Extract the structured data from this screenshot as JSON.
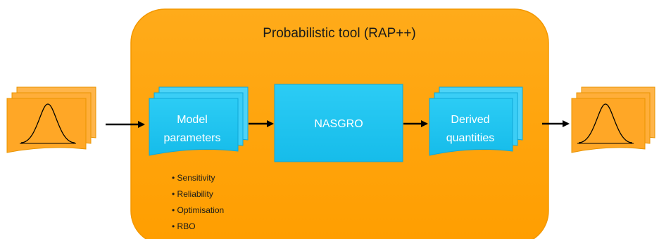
{
  "tool": {
    "title": "Probabilistic tool (RAP++)"
  },
  "nodes": {
    "model_parameters": {
      "line1": "Model",
      "line2": "parameters"
    },
    "nasgro": {
      "label": "NASGRO"
    },
    "derived_quantities": {
      "line1": "Derived",
      "line2": "quantities"
    }
  },
  "bullets": [
    "• Sensitivity",
    "• Reliability",
    "• Optimisation",
    "• RBO"
  ],
  "colors": {
    "tool_box": "#FFA500",
    "tool_border": "#F39800",
    "cyan_box": "#20C4F0",
    "cyan_border": "#0FA8D8",
    "distribution_doc": "#FFA726",
    "arrow": "#000000"
  }
}
